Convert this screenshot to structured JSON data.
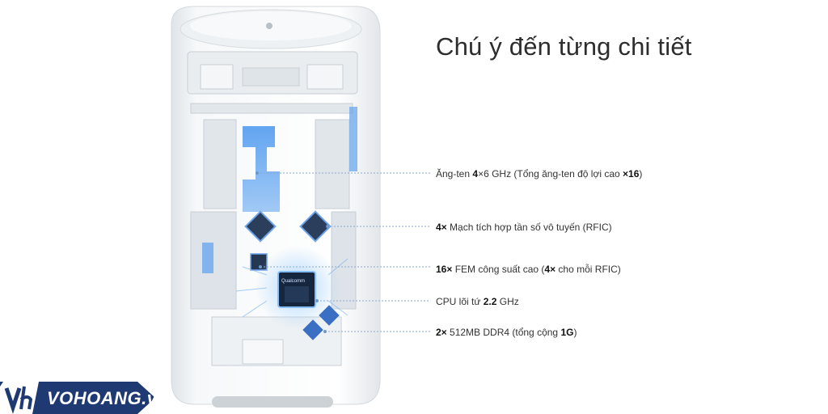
{
  "title": "Chú ý đến từng chi tiết",
  "specs": [
    {
      "b1": "",
      "t1": "Ăng-ten ",
      "b2": "4",
      "t2": "×6 GHz (Tổng ăng-ten độ lợi cao ",
      "b3": "×16",
      "t3": ")"
    },
    {
      "b1": "4×",
      "t1": " Mạch tích hợp tần số vô tuyến (RFIC)",
      "b2": "",
      "t2": "",
      "b3": "",
      "t3": ""
    },
    {
      "b1": "16×",
      "t1": " FEM công suất cao (",
      "b2": "4×",
      "t2": " cho mỗi RFIC)",
      "b3": "",
      "t3": ""
    },
    {
      "b1": "",
      "t1": "CPU lõi tứ ",
      "b2": "2.2",
      "t2": " GHz",
      "b3": "",
      "t3": ""
    },
    {
      "b1": "2×",
      "t1": " 512MB DDR4 (tổng cộng ",
      "b2": "1G",
      "t2": ")",
      "b3": "",
      "t3": ""
    }
  ],
  "chip_label": "Qualcomm",
  "brand": {
    "mark": "vh",
    "name": "VOHOANG.vn",
    "color": "#1f3a73"
  },
  "colors": {
    "accent_blue": "#4d8fe8",
    "chip_dark": "#1a2d4d",
    "device_white": "#f2f5f7",
    "line": "#8aaad0"
  }
}
